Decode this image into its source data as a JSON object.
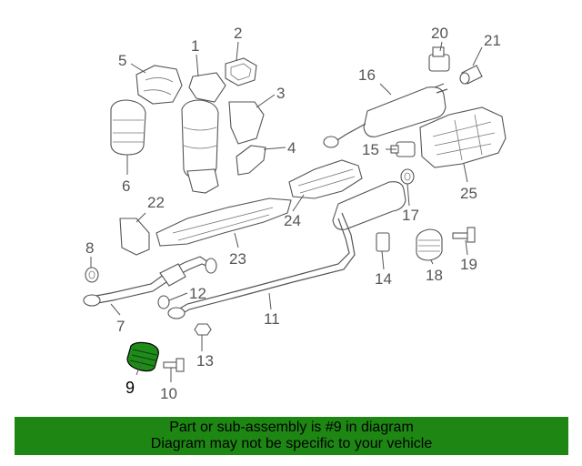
{
  "diagram": {
    "callouts": [
      "1",
      "2",
      "3",
      "4",
      "5",
      "6",
      "7",
      "8",
      "9",
      "10",
      "11",
      "12",
      "13",
      "14",
      "15",
      "16",
      "17",
      "18",
      "19",
      "20",
      "21",
      "22",
      "23",
      "24",
      "25"
    ],
    "highlighted": "9",
    "highlight_color": "#1f8c1a"
  },
  "banner": {
    "line1": "Part or sub-assembly is #9 in diagram",
    "line2": "Diagram may not be specific to your vehicle",
    "color": "#1e8714"
  }
}
